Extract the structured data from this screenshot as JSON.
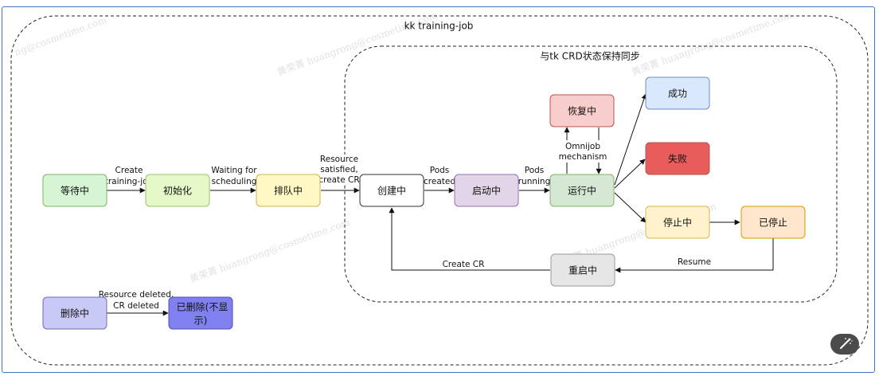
{
  "diagram": {
    "outer_group_label": "kk training-job",
    "inner_group_label": "与tk CRD状态保持同步",
    "nodes": {
      "waiting": {
        "label": "等待中",
        "fill": "#d5f5d5",
        "stroke": "#82b366"
      },
      "initializing": {
        "label": "初始化",
        "fill": "#e6f8c8",
        "stroke": "#9cc36a"
      },
      "queuing": {
        "label": "排队中",
        "fill": "#fff8c4",
        "stroke": "#c9b850"
      },
      "creating": {
        "label": "创建中",
        "fill": "#ffffff",
        "stroke": "#333333"
      },
      "starting": {
        "label": "启动中",
        "fill": "#e1d5e7",
        "stroke": "#9673a6"
      },
      "running": {
        "label": "运行中",
        "fill": "#d5e8d4",
        "stroke": "#82b366"
      },
      "recovering": {
        "label": "恢复中",
        "fill": "#f8cecc",
        "stroke": "#b85450"
      },
      "success": {
        "label": "成功",
        "fill": "#dae8fc",
        "stroke": "#6c8ebf"
      },
      "failed": {
        "label": "失败",
        "fill": "#e85c5c",
        "stroke": "#b85450"
      },
      "stopping": {
        "label": "停止中",
        "fill": "#fff2cc",
        "stroke": "#d6b656"
      },
      "stopped": {
        "label": "已停止",
        "fill": "#ffe6cc",
        "stroke": "#d79b00"
      },
      "restarting": {
        "label": "重启中",
        "fill": "#e6e6e6",
        "stroke": "#999999"
      },
      "deleting": {
        "label": "删除中",
        "fill": "#c9c9f5",
        "stroke": "#6c6cbf"
      },
      "deleted": {
        "label_line1": "已删除(不显",
        "label_line2": "示)",
        "fill": "#8080f0",
        "stroke": "#5050b0"
      }
    },
    "edges": {
      "waiting_init": {
        "line1": "Create",
        "line2": "training-job"
      },
      "init_queue": {
        "line1": "Waiting for",
        "line2": "scheduling"
      },
      "queue_create": {
        "line1": "Resource",
        "line2": "satisfied,",
        "line3": "create CR"
      },
      "create_start": {
        "line1": "Pods",
        "line2": "created"
      },
      "start_run": {
        "line1": "Pods",
        "line2": "running"
      },
      "run_recover": {
        "line1": "Omnijob",
        "line2": "mechanism"
      },
      "stopped_restart": {
        "line1": "Resume"
      },
      "restart_create": {
        "line1": "Create CR"
      },
      "delete_deleted": {
        "line1": "Resource deleted,",
        "line2": "CR deleted"
      }
    }
  }
}
